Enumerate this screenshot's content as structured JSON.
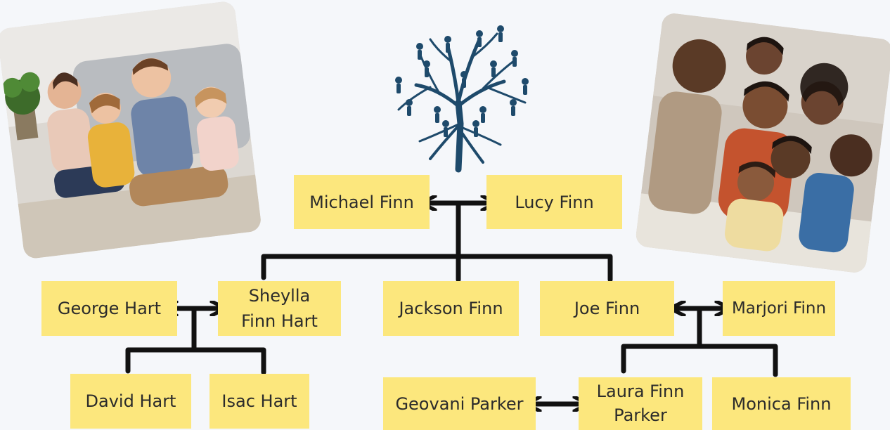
{
  "members": {
    "michael_finn": "Michael Finn",
    "lucy_finn": "Lucy Finn",
    "george_hart": "George Hart",
    "sheylla_finn_hart": "Sheylla Finn Hart",
    "jackson_finn": "Jackson Finn",
    "joe_finn": "Joe Finn",
    "marjori_finn": "Marjori Finn",
    "david_hart": "David Hart",
    "isac_hart": "Isac Hart",
    "geovani_parker": "Geovani Parker",
    "laura_finn_parker": "Laura Finn Parker",
    "monica_finn": "Monica Finn"
  },
  "images": {
    "logo": "family-tree-logo",
    "photo_left": "family-photo-left",
    "photo_right": "family-photo-right"
  },
  "colors": {
    "background": "#f5f7fa",
    "box_fill": "#fce77d",
    "line": "#111111",
    "tree": "#1e4a6b"
  }
}
